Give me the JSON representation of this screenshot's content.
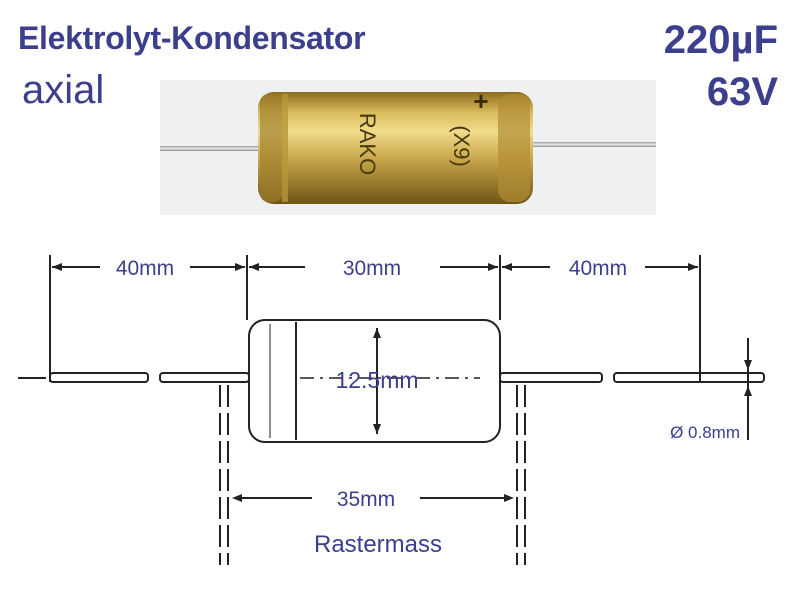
{
  "header": {
    "title": "Elektrolyt-Kondensator",
    "subtitle": "axial",
    "capacitance": "220µF",
    "voltage": "63V"
  },
  "photo": {
    "marking_brand": "RAKO",
    "marking_code": "(X9)",
    "polarity_symbol": "+"
  },
  "dimensions": {
    "lead_left": "40mm",
    "body_length": "30mm",
    "lead_right": "40mm",
    "diameter": "12.5mm",
    "lead_diameter": "Ø 0.8mm",
    "pitch": "35mm",
    "pitch_label": "Rastermass"
  },
  "colors": {
    "text": "#3b3f8c",
    "capacitor_body": "#c9a64a",
    "drawing_ink": "#222222"
  }
}
